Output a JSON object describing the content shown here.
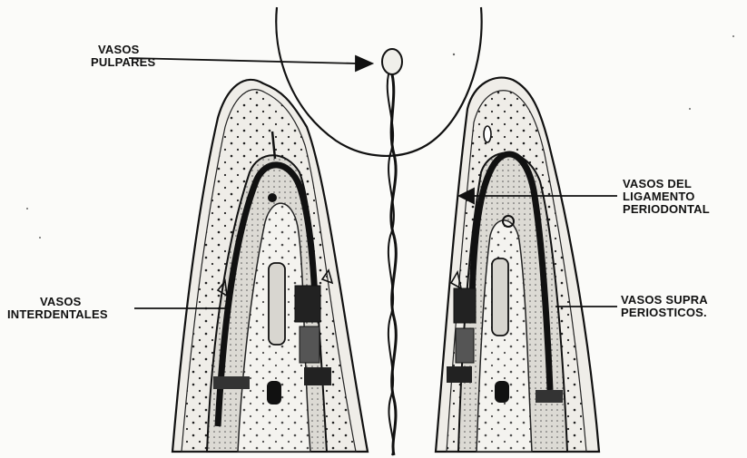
{
  "labels": {
    "pulpares": {
      "line1": "VASOS",
      "line2": "PULPARES"
    },
    "ligamento": {
      "line1": "VASOS DEL",
      "line2": "LIGAMENTO",
      "line3": "PERIODONTAL"
    },
    "interdentales": {
      "line1": "VASOS",
      "line2": "INTERDENTALES"
    },
    "supraperiosticos": {
      "line1": "VASOS SUPRA",
      "line2": "PERIOSTICOS."
    }
  },
  "colors": {
    "ink": "#111111",
    "paper": "#fbfbf9",
    "tissue": "#e8e6e0"
  }
}
